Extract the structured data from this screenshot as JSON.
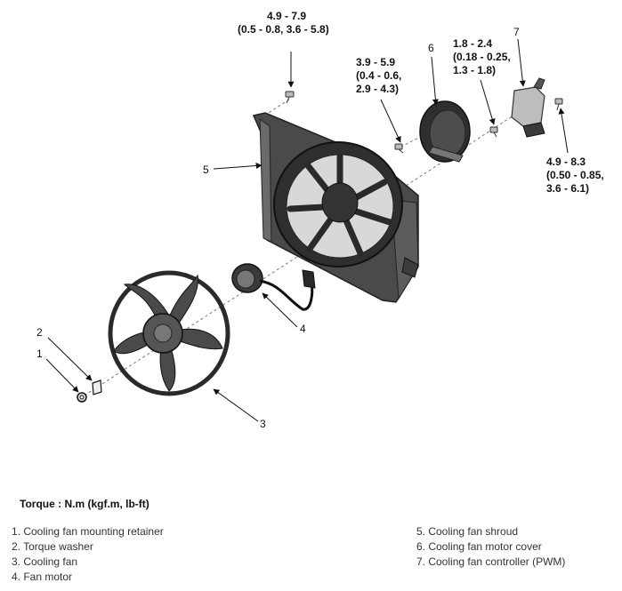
{
  "torques": {
    "t1": {
      "line1": "4.9 - 7.9",
      "line2": "(0.5 - 0.8, 3.6 - 5.8)"
    },
    "t2": {
      "line1": "3.9 - 5.9",
      "line2": "(0.4 - 0.6,",
      "line3": "2.9 - 4.3)"
    },
    "t3": {
      "line1": "1.8 - 2.4",
      "line2": "(0.18 - 0.25,",
      "line3": "1.3 - 1.8)"
    },
    "t4": {
      "line1": "4.9 - 8.3",
      "line2": "(0.50 - 0.85,",
      "line3": "3.6 - 6.1)"
    }
  },
  "callouts": [
    "1",
    "2",
    "3",
    "4",
    "5",
    "6",
    "7"
  ],
  "legend": {
    "title": "Torque : N.m (kgf.m, lb-ft)",
    "items": [
      "1. Cooling fan mounting retainer",
      "2. Torque washer",
      "3. Cooling fan",
      "4. Fan motor",
      "5. Cooling fan shroud",
      "6. Cooling fan motor cover",
      "7. Cooling fan controller (PWM)"
    ]
  }
}
